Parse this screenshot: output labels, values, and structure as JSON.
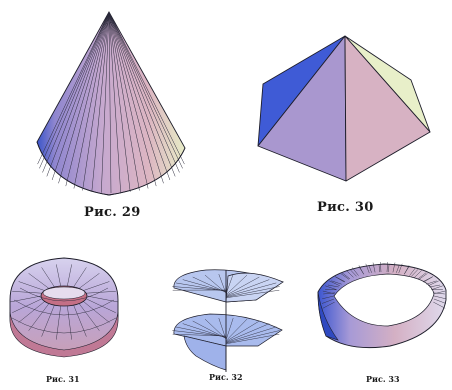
{
  "figures": [
    {
      "id": "fig29",
      "shape": "cone",
      "caption": "Рис. 29"
    },
    {
      "id": "fig30",
      "shape": "hexagonal-pyramid",
      "caption": "Рис. 30"
    },
    {
      "id": "fig31",
      "shape": "torus",
      "caption": "Рис. 31"
    },
    {
      "id": "fig32",
      "shape": "helicoid",
      "caption": "Рис. 32"
    },
    {
      "id": "fig33",
      "shape": "mobius-strip",
      "caption": "Рис. 33"
    }
  ],
  "colors": {
    "lavender": "#b7a6d6",
    "pink": "#d9b3c6",
    "blue": "#3f5bd6",
    "cream": "#e8efc9",
    "edge": "#1d1d2a"
  }
}
